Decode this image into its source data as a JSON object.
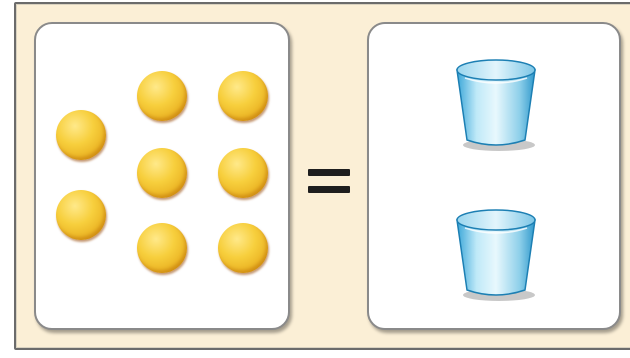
{
  "left_panel": {
    "item": "counter",
    "count": 8,
    "color": "#f5c832"
  },
  "relation": "=",
  "right_panel": {
    "item": "cup-icon",
    "count": 2,
    "color": "#8fd0ea"
  }
}
